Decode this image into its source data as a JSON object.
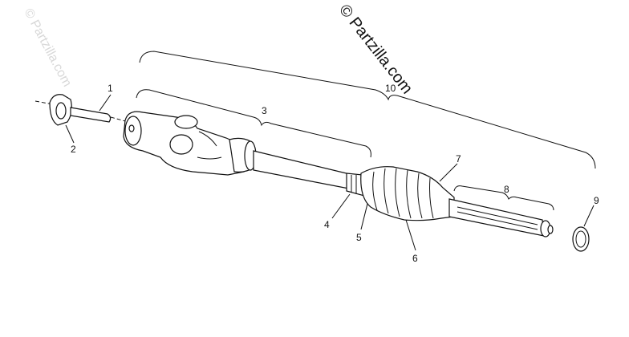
{
  "watermark": {
    "main": "© Partzilla.com",
    "faint": "© Partzilla.com"
  },
  "callouts": [
    "1",
    "2",
    "3",
    "4",
    "5",
    "6",
    "7",
    "8",
    "9",
    "10"
  ],
  "colors": {
    "ink": "#111111",
    "background": "#ffffff",
    "watermark_faint": "#d8d8d8"
  }
}
